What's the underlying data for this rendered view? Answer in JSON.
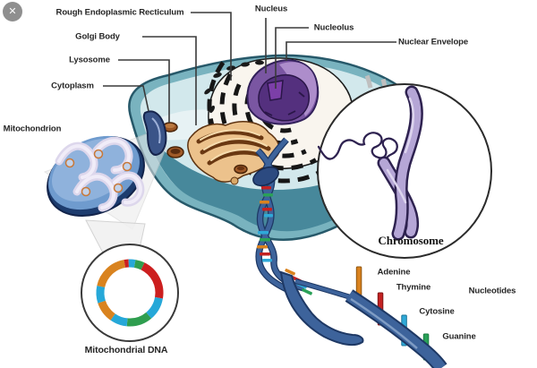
{
  "window": {
    "close_glyph": "✕"
  },
  "diagram": {
    "labels": {
      "rough_er": "Rough Endoplasmic Recticulum",
      "golgi_body": "Golgi Body",
      "lysosome": "Lysosome",
      "cytoplasm": "Cytoplasm",
      "mitochondrion": "Mitochondrion",
      "nucleus": "Nucleus",
      "nucleolus": "Nucleolus",
      "nuclear_envelope": "Nuclear Envelope",
      "chromosome": "Chromosome",
      "mitochondrial_dna": "Mitochondrial DNA",
      "nucleotides_group": "Nucleotides"
    },
    "nucleotides": [
      {
        "name": "Adenine",
        "color": "#d9821e"
      },
      {
        "name": "Thymine",
        "color": "#c32222"
      },
      {
        "name": "Cytosine",
        "color": "#2fa9d8"
      },
      {
        "name": "Guanine",
        "color": "#2aa158"
      }
    ],
    "mito_dna_ring_colors": {
      "orange": "#d9831f",
      "red": "#cc1f1f",
      "green": "#2f9e4f",
      "cyan": "#26a8d8"
    },
    "palette": {
      "cell_membrane_teal": "#79b3bf",
      "cell_outline": "#27596a",
      "cytoplasm_fill": "#d2e8ec",
      "cell_bottom_teal": "#47889b",
      "nucleus_purple": "#7a56a2",
      "nucleolus_purple": "#7c3fa8",
      "er_white": "#f9f5ee",
      "golgi_tan": "#ecc28c",
      "lysosome_brown": "#a05a28",
      "mitochondrion_blue": "#6f9bce",
      "chromosome_lavender": "#b5a6d6",
      "helix_blue": "#3d639b",
      "label_text": "#252525",
      "close_button_bg": "#8f8f8f"
    }
  }
}
